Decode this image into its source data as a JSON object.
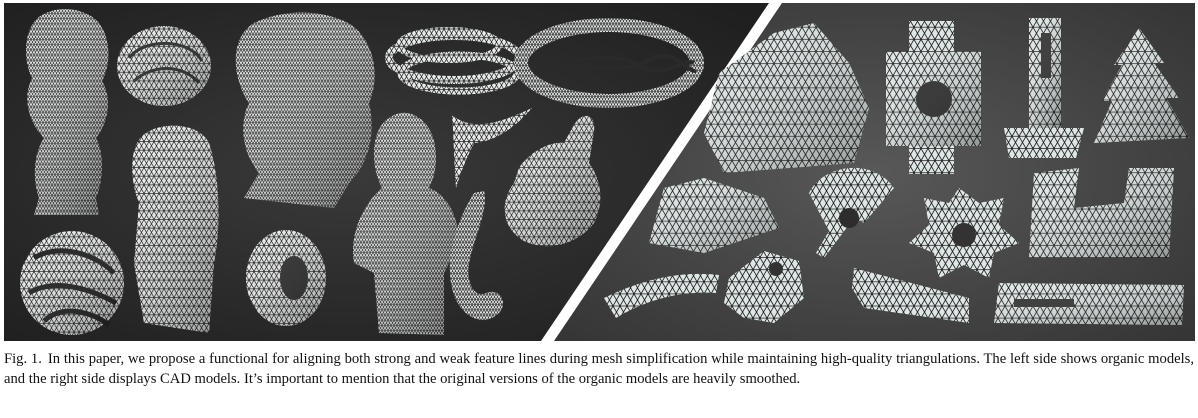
{
  "figure": {
    "left_panel": "organic models",
    "right_panel": "CAD models",
    "colors": {
      "background_left": "#2b2b2b",
      "background_right": "#4a4a4a",
      "mesh_fill": "#e8ebeb",
      "mesh_fill_right": "#dfe7e6",
      "mesh_lines": "#1a1a1a",
      "divider": "#ffffff"
    }
  },
  "caption": {
    "label": "Fig. 1.",
    "text": "In this paper, we propose a functional for aligning both strong and weak feature lines during mesh simplification while maintaining high-quality triangulations. The left side shows organic models, and the right side displays CAD models. It’s important to mention that the original versions of the organic models are heavily smoothed."
  }
}
